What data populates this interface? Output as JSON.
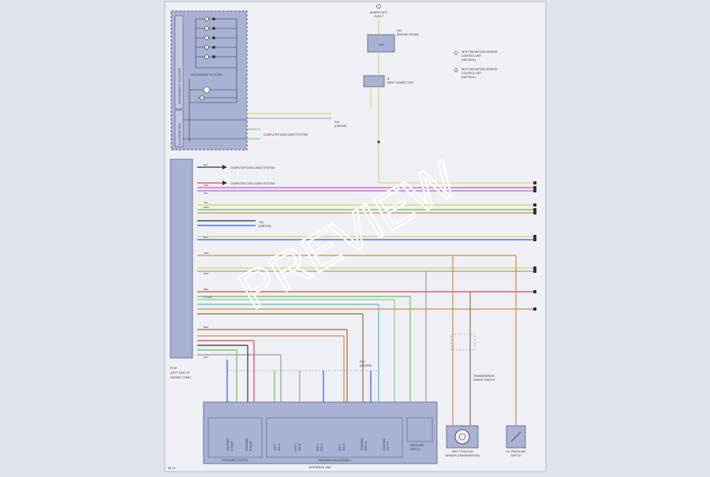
{
  "diagram": {
    "footer_left": "8E 23",
    "bottom_block_label": "INTERFACE UNIT",
    "cluster": {
      "panel_side_text": "INSTRUMENT CLUSTER",
      "lower_side_text": "ILLUMINATION",
      "label": "INSTRUMENT CLUSTER"
    },
    "ecm": {
      "label_line1": "ECM",
      "label_line2": "(LEFT SIDE OF",
      "label_line3": "ENGINE COMP)"
    },
    "top_fuse": {
      "label_line1": "ALWAYS HOT",
      "label_line2": "FUSE 7",
      "label_line3": "10A",
      "ref_line1": "G11",
      "ref_line2": "(ENGINE ROOM)"
    },
    "connector_j1": {
      "label_line1": "J1",
      "label_line2": "JOINT CONNECTOR"
    },
    "legend": [
      {
        "symbol": "1",
        "line1": "WITH SIM MOTION SENSOR",
        "line2": "CONTROL UNIT",
        "line3": "(NATURAL)"
      },
      {
        "symbol": "2",
        "line1": "WITH SIM MOTION SENSOR",
        "line2": "CONTROL UNIT",
        "line3": "(NATURAL)"
      }
    ],
    "arrow_labels": [
      "COMPUTER DATA LINES SYSTEM",
      "COMPUTER DATA LINES SYSTEM",
      "COMPUTER DATA LINES SYSTEM"
    ],
    "splice_labels": [
      {
        "line1": "G10",
        "line2": "(DRIVER)"
      },
      {
        "line1": "G11",
        "line2": "(DRIVER)"
      },
      {
        "line1": "G12",
        "line2": "(DRIVER)"
      }
    ],
    "bottom_components": [
      {
        "line1": "SOLENOID",
        "line2": "A VALVE"
      },
      {
        "line1": "SOLENOID",
        "line2": "B VALVE"
      },
      {
        "line1": "SHIFT",
        "line2": "SOL A"
      },
      {
        "line1": "SHIFT",
        "line2": "SOL B"
      },
      {
        "line1": "SHIFT",
        "line2": "SOL C"
      },
      {
        "line1": "SHIFT",
        "line2": "SOL D"
      },
      {
        "line1": "SOLENOID",
        "line2": "SHIFT E"
      },
      {
        "line1": "SOLENOID",
        "line2": "SHIFT F"
      },
      {
        "line1": "PRESSURE",
        "line2": "SWITCH"
      }
    ],
    "bottom_group_labels": [
      "PRESSURE CONTROL",
      "TRANSMISSION ASSEMBLY"
    ],
    "sensor_1": {
      "line1": "SHIFT POSITION",
      "line2": "SENSOR (TRANSMISSION)"
    },
    "sensor_2": {
      "line1": "OIL PRESSURE",
      "line2": "SWITCH"
    },
    "sensor_3": {
      "line1": "TRANSMISSION",
      "line2": "RANGE SWITCH"
    },
    "wire_codes": [
      "YEL",
      "BLU",
      "GRN",
      "RED",
      "PNK",
      "VIO",
      "LT GRN",
      "ORG",
      "BRN",
      "WHT",
      "GRY",
      "BLK"
    ]
  },
  "watermark": {
    "text": "PREVIEW"
  },
  "colors": {
    "page": "#eef0f6",
    "panel": "#a9b1d4",
    "wire_yellow": "#d8d24a",
    "wire_purple": "#b26ac9",
    "wire_magenta": "#d658c8",
    "wire_green": "#6fc050",
    "wire_blue": "#3c55d4",
    "wire_red": "#d54a4a",
    "wire_orange": "#d58a48",
    "wire_brown": "#9b6a3c",
    "wire_gray": "#9a9a9a",
    "wire_black": "#333333",
    "wire_teal": "#4fc1c7",
    "wire_lightgreen": "#8fd07a"
  }
}
